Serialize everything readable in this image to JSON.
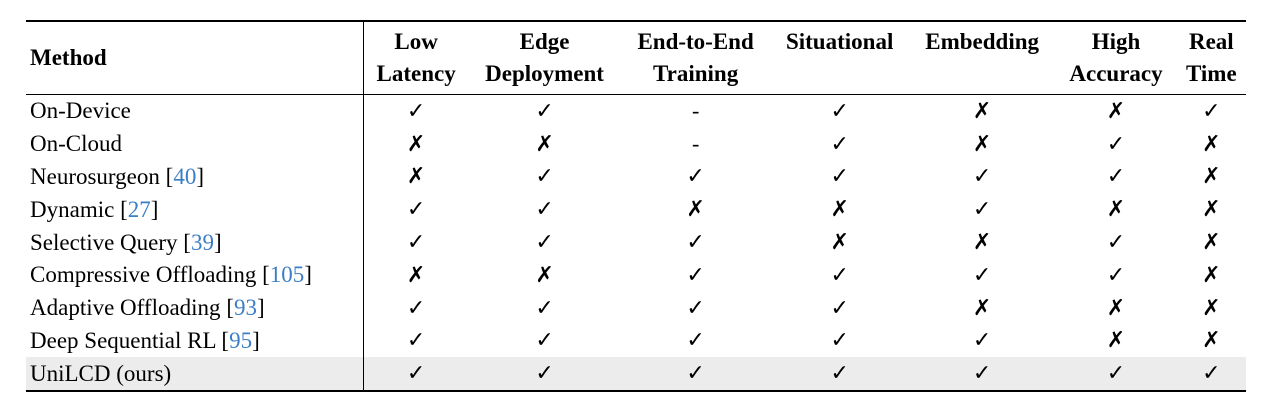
{
  "columns": [
    {
      "l1": "Method",
      "l2": ""
    },
    {
      "l1": "Low",
      "l2": "Latency"
    },
    {
      "l1": "Edge",
      "l2": "Deployment"
    },
    {
      "l1": "End-to-End",
      "l2": "Training"
    },
    {
      "l1": "Situational",
      "l2": ""
    },
    {
      "l1": "Embedding",
      "l2": ""
    },
    {
      "l1": "High",
      "l2": "Accuracy"
    },
    {
      "l1": "Real",
      "l2": "Time"
    }
  ],
  "rows": [
    {
      "name": "On-Device",
      "cite": "",
      "vals": [
        "✓",
        "✓",
        "-",
        "✓",
        "✗",
        "✗",
        "✓"
      ]
    },
    {
      "name": "On-Cloud",
      "cite": "",
      "vals": [
        "✗",
        "✗",
        "-",
        "✓",
        "✗",
        "✓",
        "✗"
      ]
    },
    {
      "name": "Neurosurgeon ",
      "cite": "40",
      "vals": [
        "✗",
        "✓",
        "✓",
        "✓",
        "✓",
        "✓",
        "✗"
      ]
    },
    {
      "name": "Dynamic ",
      "cite": "27",
      "vals": [
        "✓",
        "✓",
        "✗",
        "✗",
        "✓",
        "✗",
        "✗"
      ]
    },
    {
      "name": "Selective Query ",
      "cite": "39",
      "vals": [
        "✓",
        "✓",
        "✓",
        "✗",
        "✗",
        "✓",
        "✗"
      ]
    },
    {
      "name": "Compressive Offloading ",
      "cite": "105",
      "vals": [
        "✗",
        "✗",
        "✓",
        "✓",
        "✓",
        "✓",
        "✗"
      ]
    },
    {
      "name": "Adaptive Offloading ",
      "cite": "93",
      "vals": [
        "✓",
        "✓",
        "✓",
        "✓",
        "✗",
        "✗",
        "✗"
      ]
    },
    {
      "name": "Deep Sequential RL ",
      "cite": "95",
      "vals": [
        "✓",
        "✓",
        "✓",
        "✓",
        "✓",
        "✗",
        "✗"
      ]
    },
    {
      "name": "UniLCD (ours)",
      "cite": "",
      "vals": [
        "✓",
        "✓",
        "✓",
        "✓",
        "✓",
        "✓",
        "✓"
      ],
      "highlight": true
    }
  ]
}
